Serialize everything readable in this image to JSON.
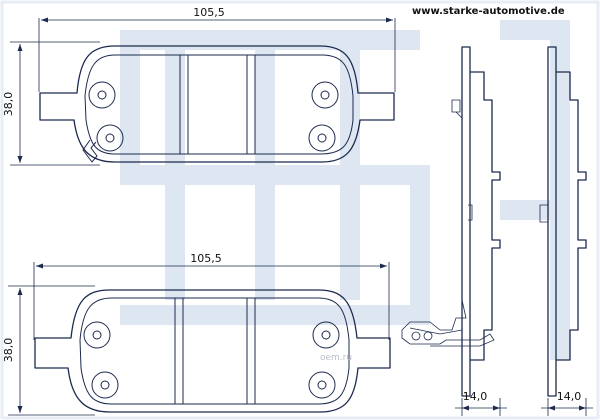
{
  "website": "www.starke-automotive.de",
  "watermark_text": "oem.ru",
  "top_pad": {
    "width_label": "105,5",
    "height_label": "38,0"
  },
  "bottom_pad": {
    "width_label": "105,5",
    "height_label": "38,0"
  },
  "side_view_left": {
    "thickness_label": "14,0"
  },
  "side_view_right": {
    "thickness_label": "14,0"
  },
  "colors": {
    "line": "#1b2a4e",
    "watermark": "#dde6f1"
  }
}
